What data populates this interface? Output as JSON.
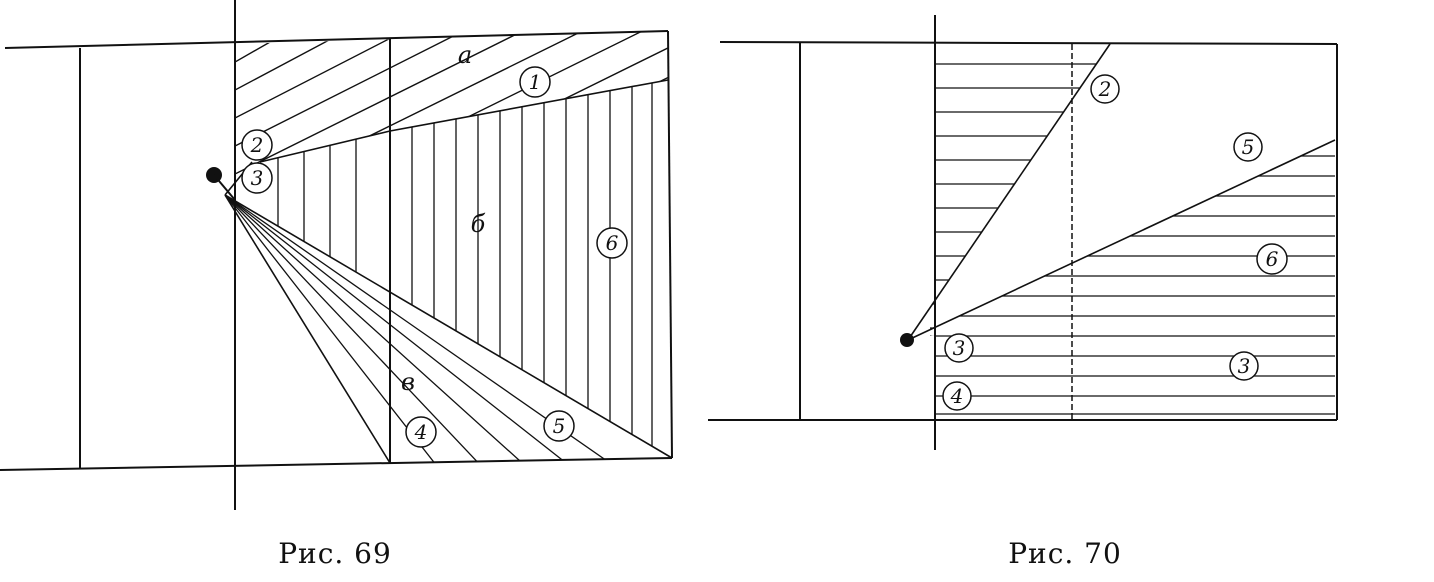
{
  "figures": [
    {
      "caption": "Рис. 69",
      "region_labels": [
        "а",
        "б",
        "в"
      ],
      "circled_numbers": [
        "1",
        "2",
        "3",
        "4",
        "5",
        "6"
      ]
    },
    {
      "caption": "Рис. 70",
      "circled_numbers": [
        "2",
        "5",
        "6",
        "3",
        "4",
        "3"
      ]
    }
  ]
}
